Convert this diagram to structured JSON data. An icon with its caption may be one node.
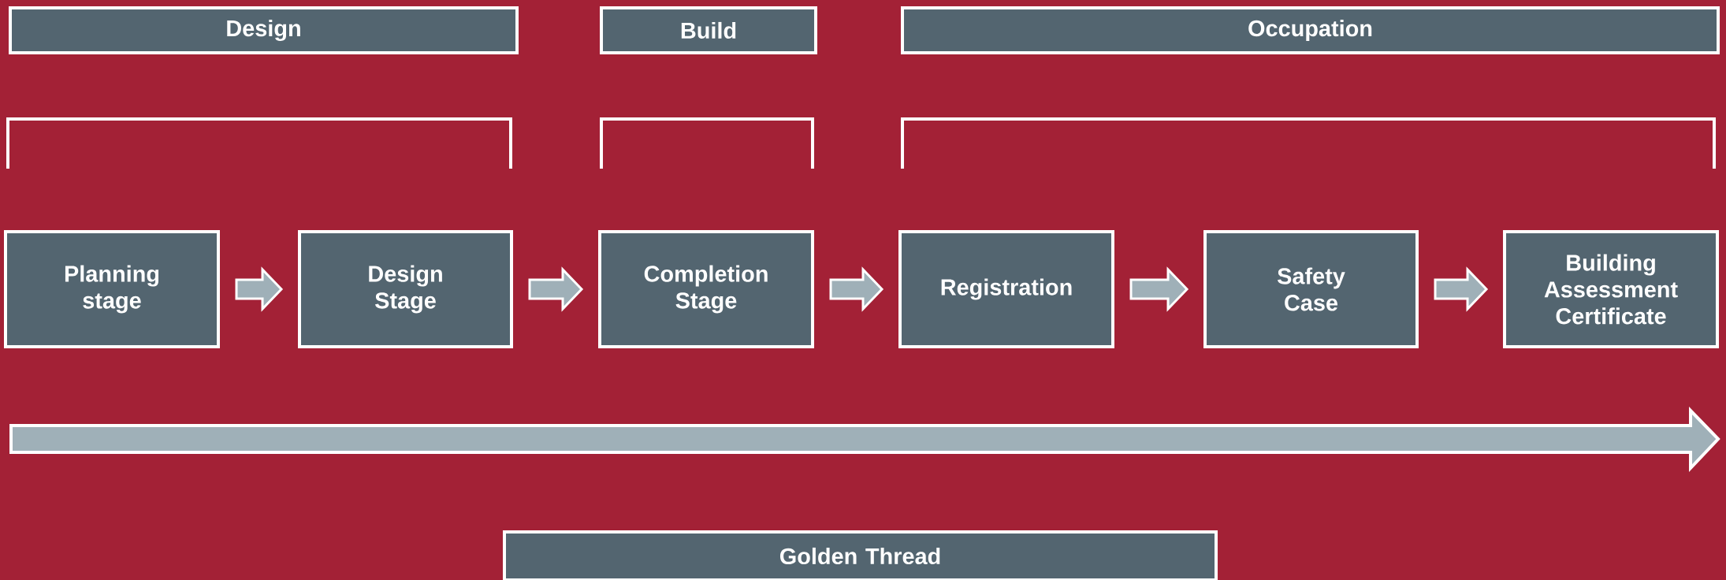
{
  "diagram": {
    "nodes": [
      {
        "text": [
          "Design"
        ]
      },
      {
        "text": [
          "Build"
        ]
      },
      {
        "text": [
          "Occupation"
        ]
      },
      {
        "text": [
          "Planning stage"
        ]
      },
      {
        "text": [
          "Design Stage"
        ]
      },
      {
        "text": [
          "Completion Stage"
        ]
      },
      {
        "text": [
          "Registration"
        ]
      },
      {
        "text": [
          "Safety Case"
        ]
      },
      {
        "text": [
          "Building Assessment Certificate"
        ]
      },
      {
        "text": [
          "Golden Thread"
        ]
      }
    ],
    "edges": [
      {
        "from": 3,
        "to": 4,
        "arrow": "to"
      },
      {
        "from": 4,
        "to": 5,
        "arrow": "to"
      },
      {
        "from": 5,
        "to": 6,
        "arrow": "to"
      },
      {
        "from": 6,
        "to": 7,
        "arrow": "to"
      },
      {
        "from": 7,
        "to": 8,
        "arrow": "to"
      }
    ]
  }
}
